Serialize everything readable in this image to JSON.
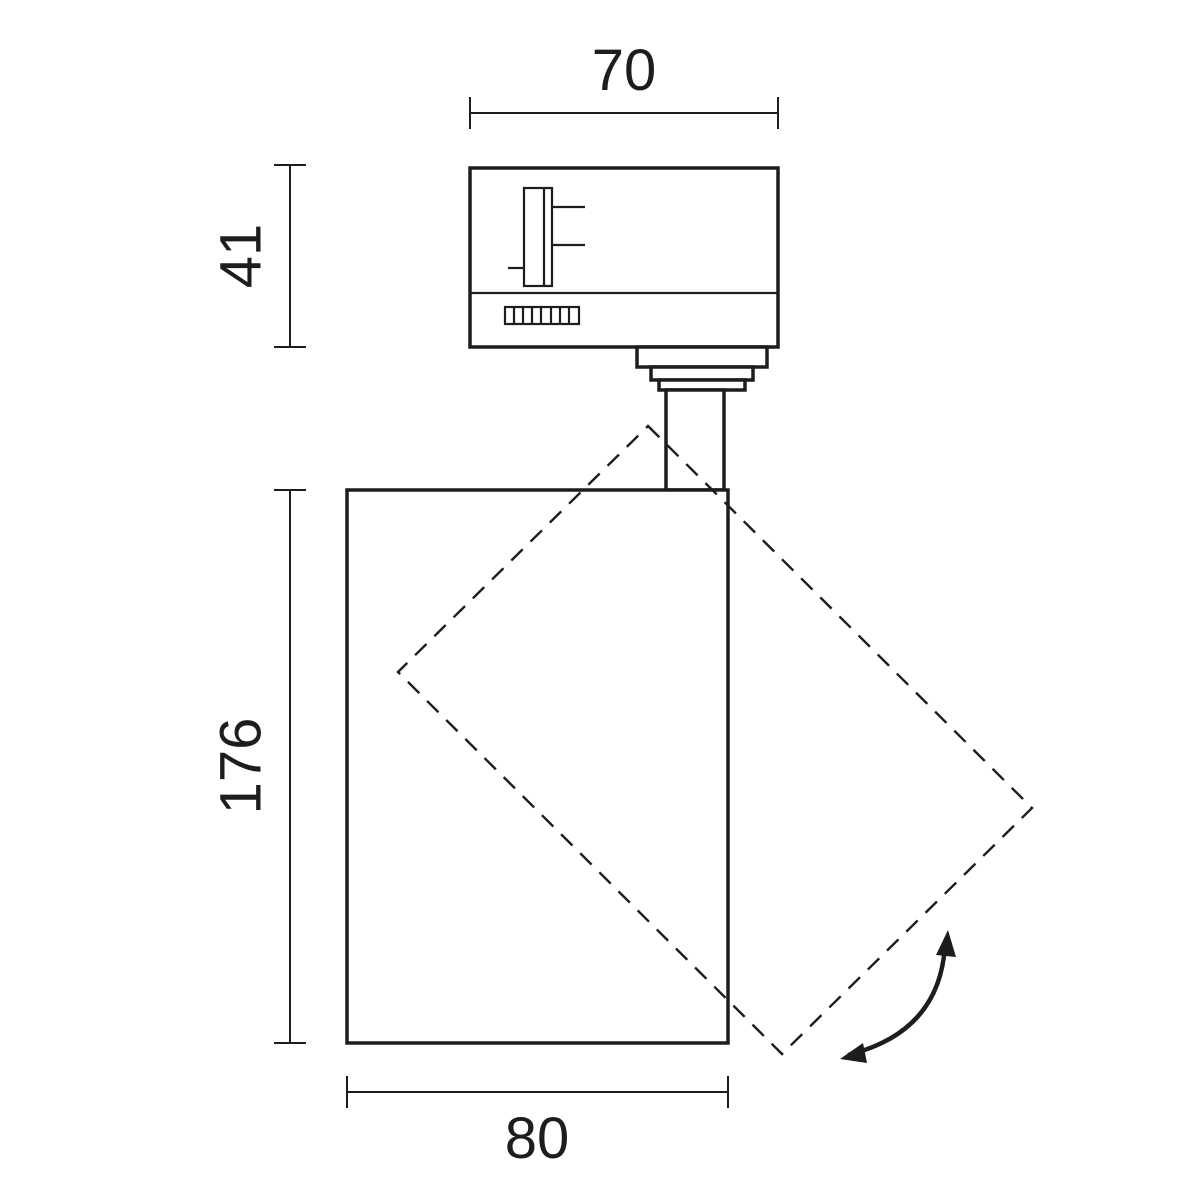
{
  "drawing": {
    "type": "technical-dimension-drawing",
    "subject": "track-mounted spotlight side view with tilt range",
    "line_color": "#1d1d1b",
    "background_color": "#ffffff",
    "dimensions": {
      "top_width": "70",
      "adapter_height": "41",
      "body_height": "176",
      "body_width": "80"
    },
    "elements": [
      "track-adapter",
      "adapter-lock-lever",
      "adapter-ribbed-strip",
      "mounting-steps",
      "stem",
      "spotlight-body",
      "tilted-body-dashed-outline",
      "rotation-arrow"
    ]
  }
}
